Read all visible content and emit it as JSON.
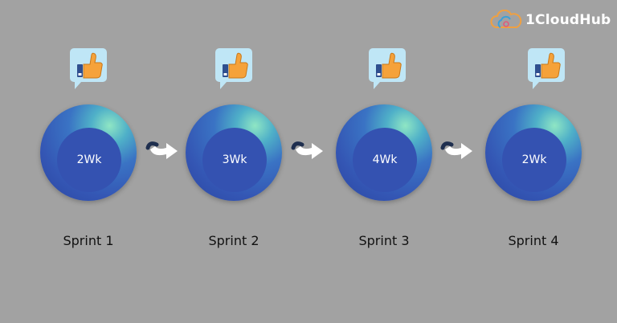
{
  "brand": {
    "name": "1CloudHub"
  },
  "sprints": [
    {
      "label": "Sprint 1",
      "duration": "2Wk"
    },
    {
      "label": "Sprint 2",
      "duration": "3Wk"
    },
    {
      "label": "Sprint 3",
      "duration": "4Wk"
    },
    {
      "label": "Sprint 4",
      "duration": "2Wk"
    }
  ],
  "colors": {
    "background": "#a2a2a2",
    "circle_inner": "#3452b1",
    "badge_bg": "#bfe6f6",
    "thumb": "#f5a23a",
    "arrow": "#ffffff"
  },
  "icons": {
    "badge": "thumbs-up-icon",
    "connector": "curved-arrow-icon",
    "logo": "cloud-icon"
  }
}
